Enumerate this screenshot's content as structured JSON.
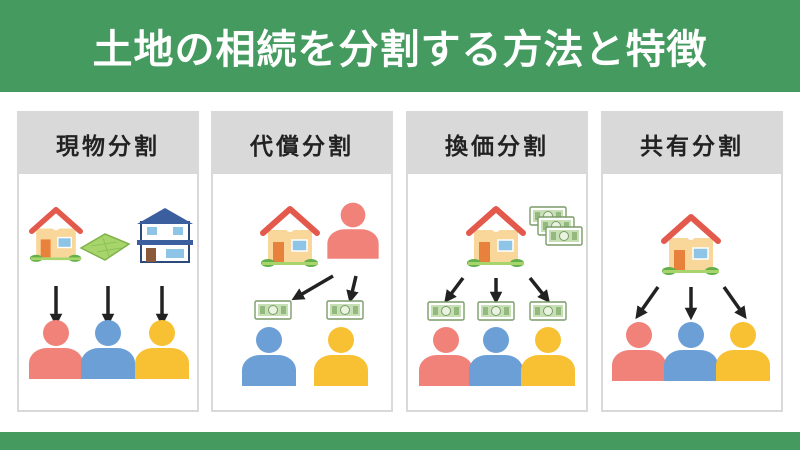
{
  "title": "土地の相続を分割する方法と特徴",
  "colors": {
    "brand_green": "#449a5f",
    "header_gray": "#d9d9d9",
    "person_red": "#f0827a",
    "person_blue": "#6b9fd6",
    "person_yellow": "#f8c033",
    "house_roof": "#e35a4d",
    "house_wall": "#f9d79a",
    "house_door": "#e8813b",
    "money_green": "#b9d3a3",
    "land_green": "#a8d56b"
  },
  "methods": [
    {
      "label": "現物分割",
      "icons": [
        "house-icon",
        "land-icon",
        "house-2f-icon",
        "arrow-down-icon",
        "person-icon"
      ]
    },
    {
      "label": "代償分割",
      "icons": [
        "house-icon",
        "person-icon",
        "banknote-icon",
        "arrow-icon"
      ]
    },
    {
      "label": "換価分割",
      "icons": [
        "house-icon",
        "banknote-stack-icon",
        "arrow-icon",
        "banknote-icon",
        "person-icon"
      ]
    },
    {
      "label": "共有分割",
      "icons": [
        "house-icon",
        "arrow-icon",
        "person-icon"
      ]
    }
  ]
}
